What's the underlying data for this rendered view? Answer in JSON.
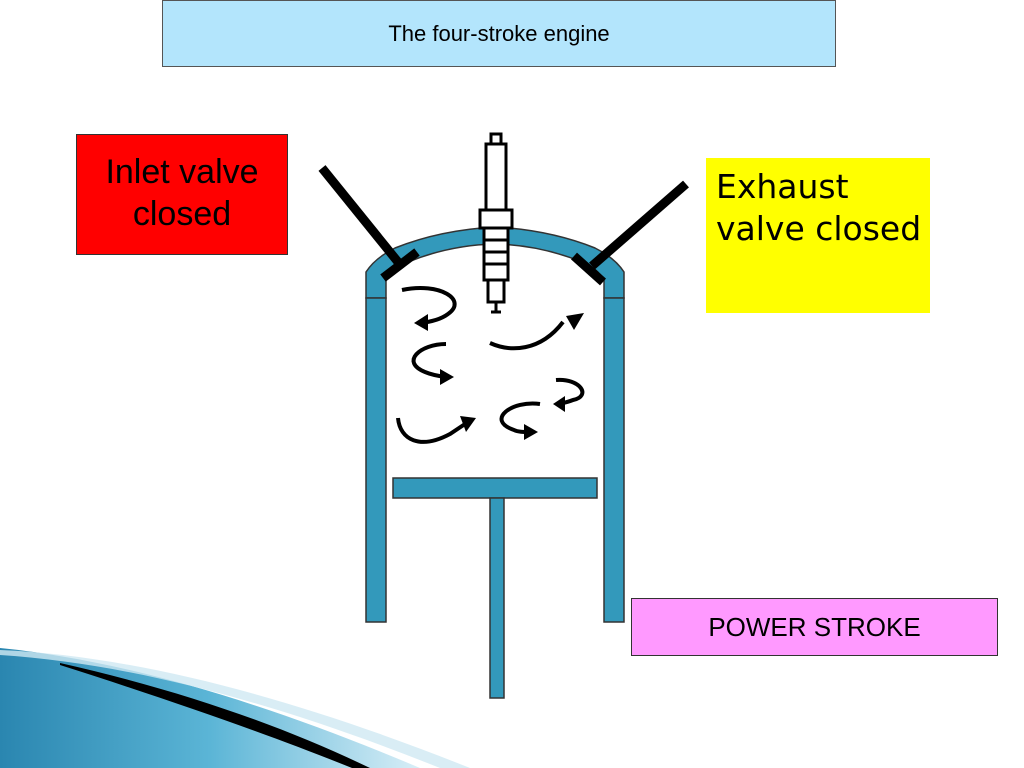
{
  "title": "The four-stroke engine",
  "inlet_label": "Inlet valve closed",
  "exhaust_label": "Exhaust valve closed",
  "stroke_label": "POWER STROKE",
  "colors": {
    "title_bg": "#B3E5FC",
    "inlet_bg": "#FF0000",
    "exhaust_bg": "#FFFF00",
    "stroke_bg": "#FF99FF",
    "engine_blue": "#3399BB",
    "outline": "#333333"
  }
}
